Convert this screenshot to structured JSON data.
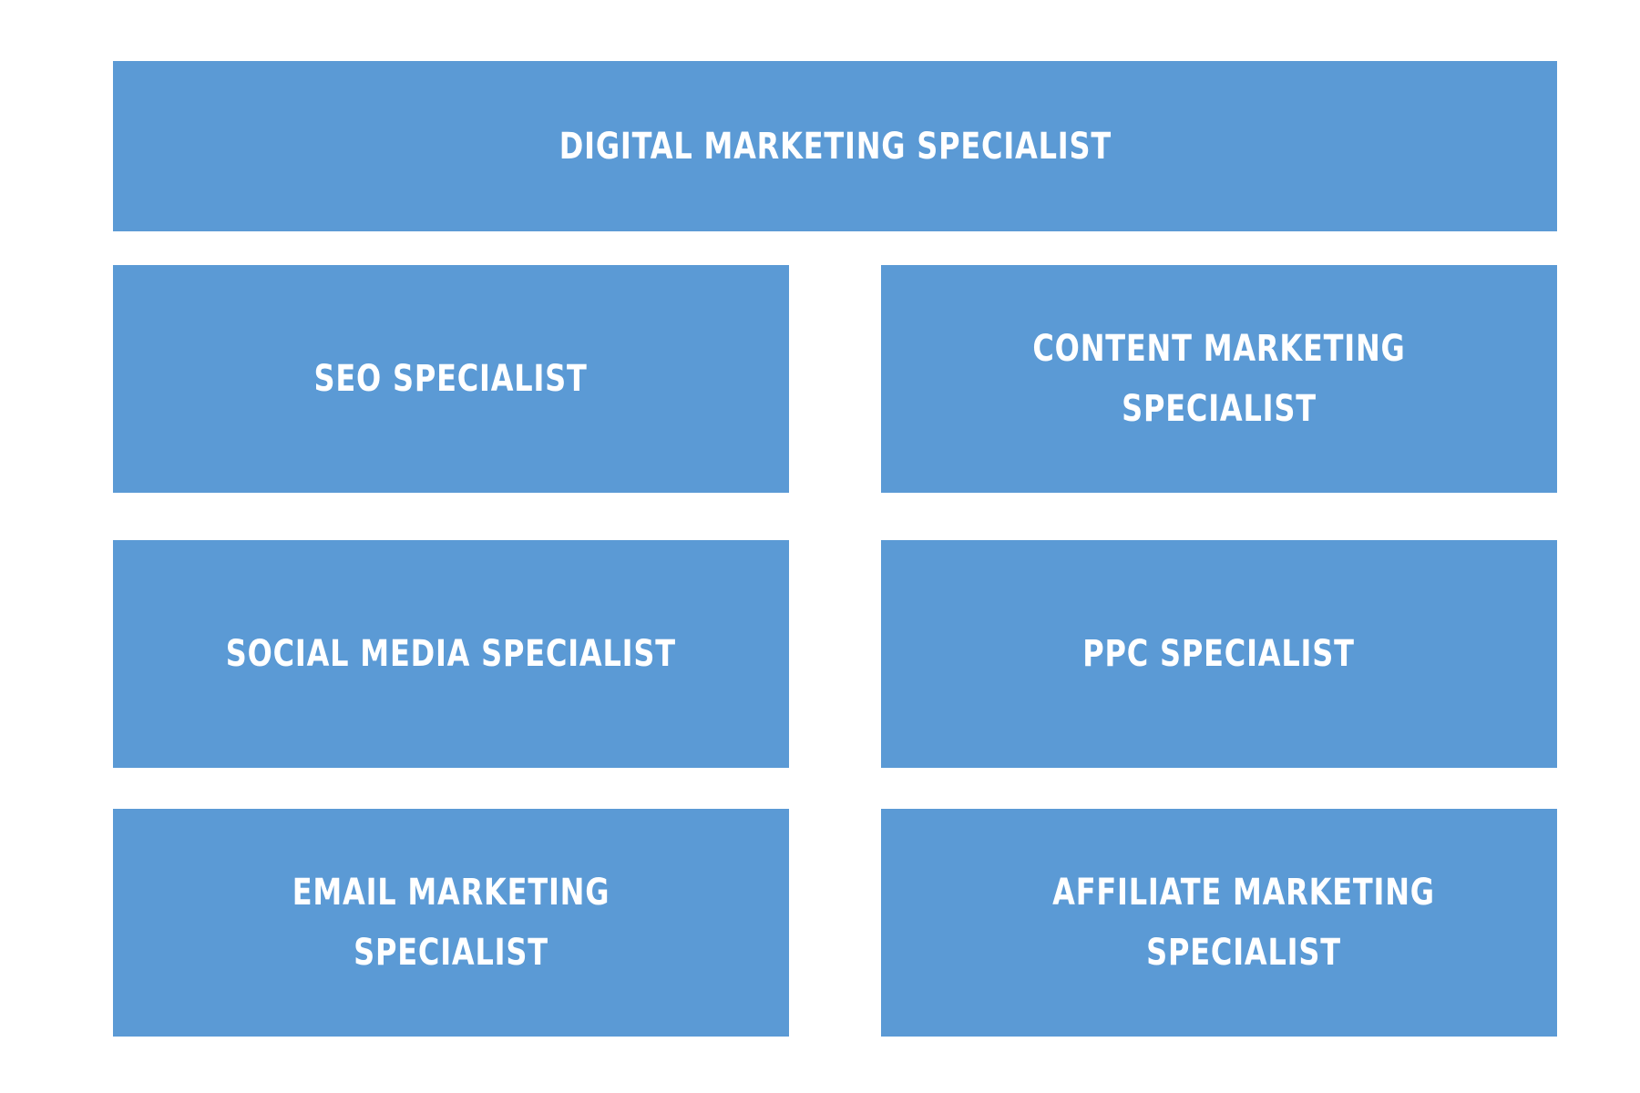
{
  "colors": {
    "box_fill": "#5b9ad5",
    "text": "#ffffff",
    "background": "#ffffff"
  },
  "boxes": {
    "top": "DIGITAL MARKETING SPECIALIST",
    "seo": "SEO SPECIALIST",
    "content": "CONTENT MARKETING SPECIALIST",
    "social": "SOCIAL MEDIA SPECIALIST",
    "ppc": "PPC SPECIALIST",
    "email": "EMAIL MARKETING SPECIALIST",
    "affiliate": "AFFILIATE MARKETING SPECIALIST"
  }
}
